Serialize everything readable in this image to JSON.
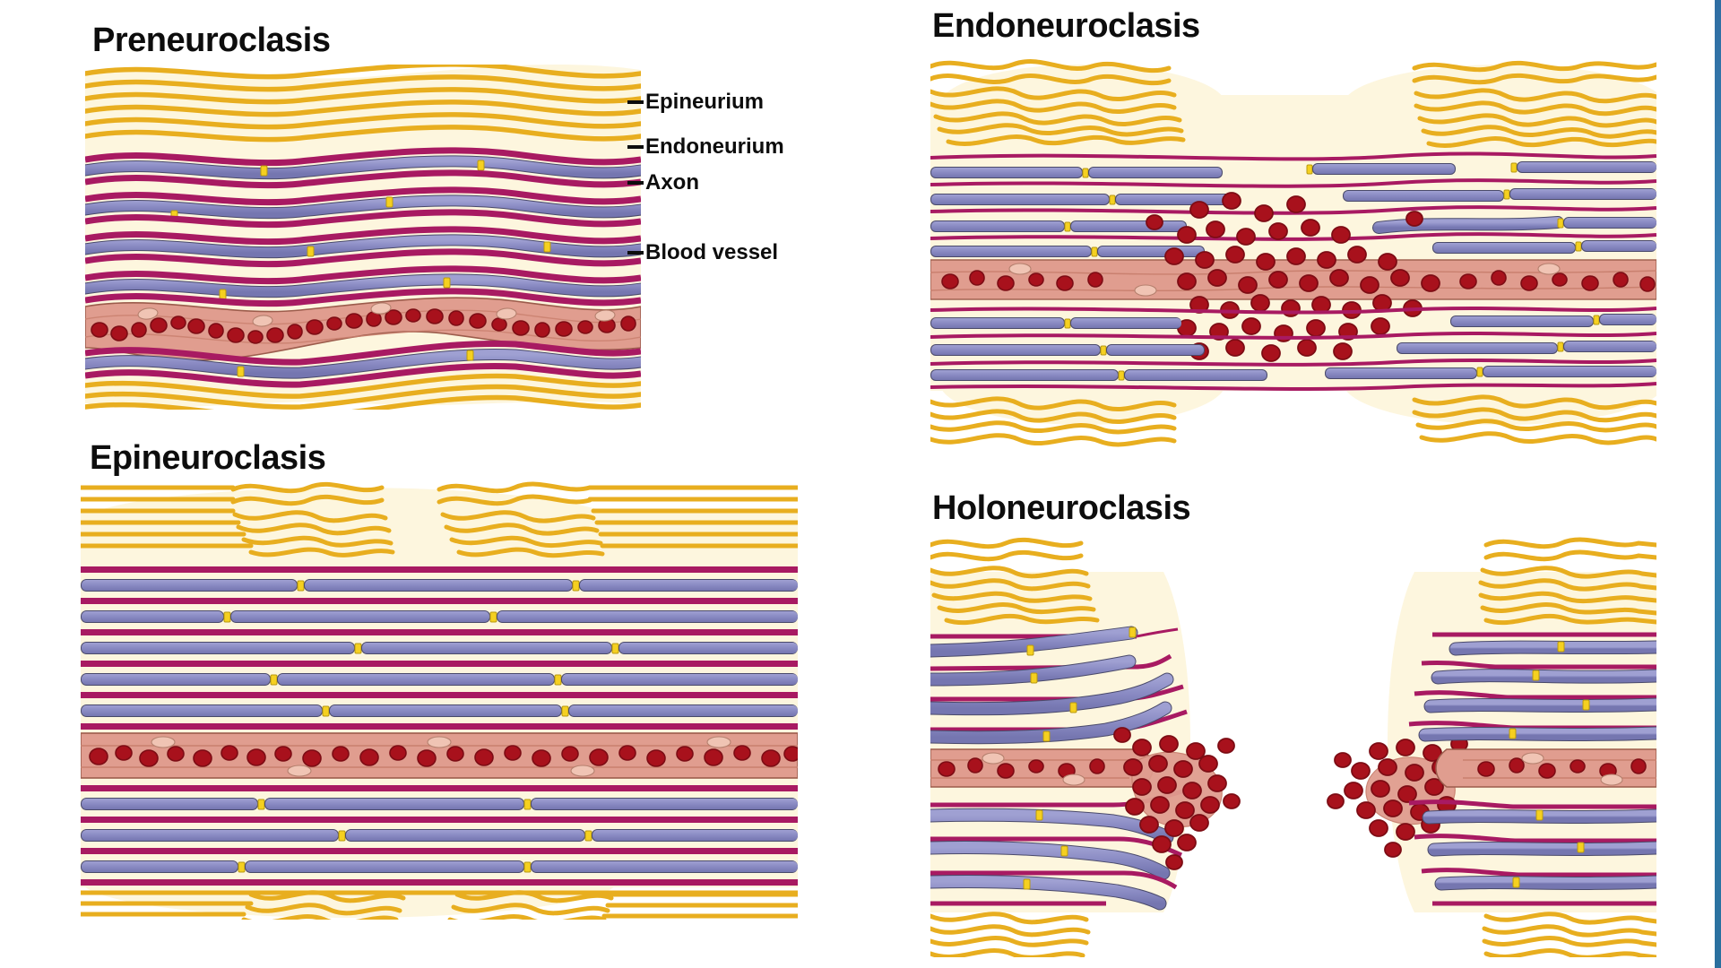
{
  "figure": {
    "kind": "medical-illustration",
    "subject": "Peripheral nerve injury classification (neuroclasis)",
    "background_color": "#ffffff"
  },
  "palette": {
    "epineurium": "#e8ae1f",
    "epineurium_light": "#f6ca4e",
    "epineurium_fill": "#fdf6de",
    "endoneurium": "#a81a62",
    "endoneurium_dark": "#8d1452",
    "axon": "#8b8cc4",
    "axon_light": "#a8a9d8",
    "axon_outline": "#4a4a6a",
    "node_of_ranvier": "#f5d020",
    "vessel_wall": "#e09d8f",
    "vessel_wall_dark": "#c9806f",
    "blood_cell": "#a8111c",
    "blood_cell_dark": "#7d0c14",
    "text": "#0d0d0d",
    "edge_strip": "#3b87b8"
  },
  "panels": [
    {
      "id": "preneuroclasis",
      "title": "Preneuroclasis",
      "description": "Intact nerve with wavy undulating fascicles; all layers continuous",
      "injury_severity": "none",
      "epineurium_state": "intact, wavy",
      "endoneurium_state": "intact, wavy",
      "axon_state": "intact, wavy",
      "vessel_state": "intact, perfused",
      "hemorrhage": false,
      "transection": false
    },
    {
      "id": "endoneuroclasis",
      "title": "Endoneuroclasis",
      "description": "Epineurium frayed and endoneurium disrupted with focal hemorrhage; axons retracted around lesion",
      "injury_severity": "moderate",
      "epineurium_state": "frayed / disrupted",
      "endoneurium_state": "disrupted",
      "axon_state": "retracted, discontinuous",
      "vessel_state": "ruptured at lesion",
      "hemorrhage": true,
      "transection": false
    },
    {
      "id": "epineuroclasis",
      "title": "Epineuroclasis",
      "description": "Only epineurium is disrupted; endoneurium, axons and vessel remain straight and continuous",
      "injury_severity": "mild",
      "epineurium_state": "frayed / disrupted",
      "endoneurium_state": "intact, straight",
      "axon_state": "intact, straight",
      "vessel_state": "intact, perfused",
      "hemorrhage": false,
      "transection": false
    },
    {
      "id": "holoneuroclasis",
      "title": "Holoneuroclasis",
      "description": "Complete transection of the nerve; stumps retract leaving a gap with hemorrhage at both ends",
      "injury_severity": "complete",
      "epineurium_state": "transected and frayed",
      "endoneurium_state": "transected",
      "axon_state": "transected, retracted stumps",
      "vessel_state": "transected, bleeding",
      "hemorrhage": true,
      "transection": true
    }
  ],
  "legend": {
    "title": "",
    "items": [
      {
        "label": "Epineurium",
        "color": "#e8ae1f",
        "target": "outer-yellow-sheath"
      },
      {
        "label": "Endoneurium",
        "color": "#a81a62",
        "target": "crimson-line"
      },
      {
        "label": "Axon",
        "color": "#8b8cc4",
        "target": "purple-fiber"
      },
      {
        "label": "Blood vessel",
        "color": "#c9806f",
        "target": "salmon-channel"
      }
    ]
  },
  "counts": {
    "epineurium_strands_per_bundle": 7,
    "axon_rows_intact": 9,
    "nodes_of_ranvier_visible": "many"
  }
}
